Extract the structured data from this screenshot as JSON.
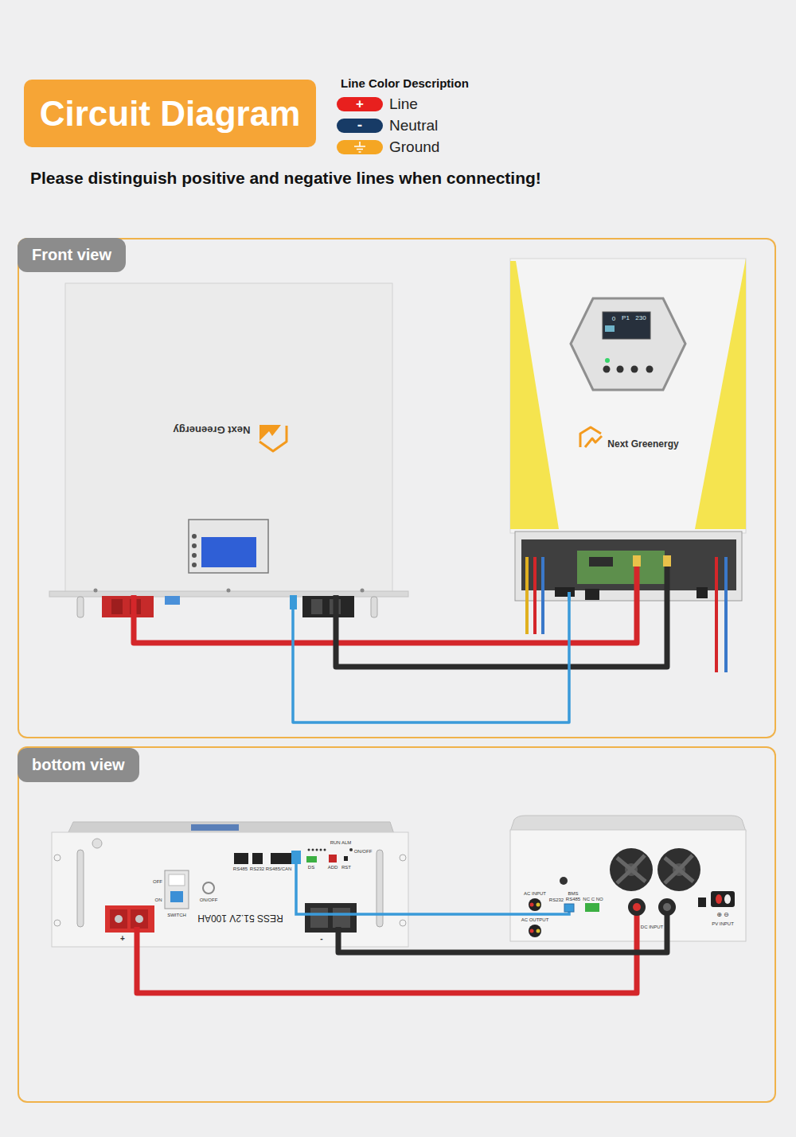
{
  "diagram": {
    "title": "Circuit Diagram",
    "nodes": [
      {
        "text": [
          "Front view"
        ]
      },
      {
        "text": [
          "Next Greenergy"
        ],
        "in": 0
      },
      {
        "text": [
          "Next Greenergy"
        ],
        "in": 0
      },
      {
        "text": [
          "bottom view"
        ]
      },
      {
        "text": [
          "RUN ALM",
          "ON/OFF",
          "RS485",
          "RS232",
          "RS485/CAN",
          "DS",
          "ADD",
          "RST",
          "OFF",
          "ON",
          "SWITCH",
          "ON/OFF",
          "RESS 51.2V 100AH",
          "+",
          "-"
        ],
        "in": 3
      },
      {
        "text": [
          "AC INPUT",
          "AC OUTPUT",
          "RS232",
          "BMS RS485",
          "NC C NO",
          "DC INPUT",
          "PV INPUT",
          "⊕ ⊖"
        ],
        "in": 3
      }
    ],
    "edges": [
      {
        "from": 1,
        "to": 2,
        "arrow": "none"
      },
      {
        "from": 1,
        "to": 2,
        "arrow": "none"
      },
      {
        "from": 1,
        "to": 2,
        "arrow": "none"
      },
      {
        "from": 4,
        "to": 5,
        "arrow": "none"
      },
      {
        "from": 4,
        "to": 5,
        "arrow": "none"
      },
      {
        "from": 4,
        "to": 5,
        "arrow": "none"
      }
    ],
    "labels": [
      "Line Color Description",
      "+",
      "-",
      "Please distinguish positive and negative lines when connecting!",
      "0",
      "P1",
      "230"
    ],
    "legend": [
      {
        "text": "Line",
        "color": "#e8201e"
      },
      {
        "text": "Neutral",
        "color": "#173b66"
      },
      {
        "text": "Ground",
        "color": "#f5a623"
      }
    ]
  }
}
